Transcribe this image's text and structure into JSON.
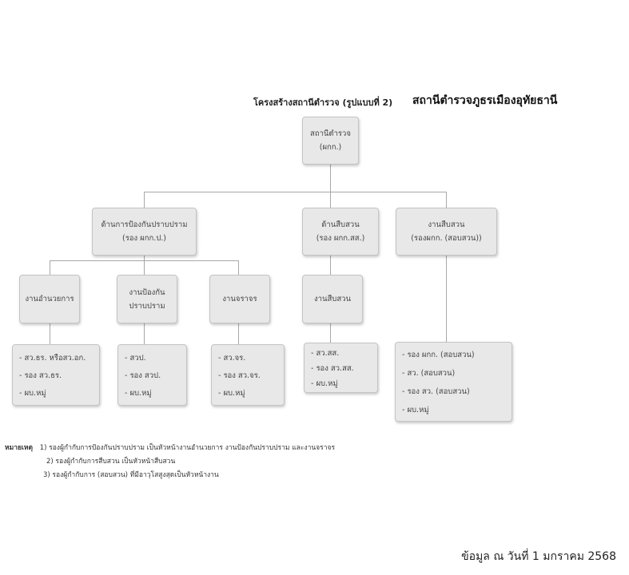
{
  "header": {
    "chart_title": "โครงสร้างสถานีตำรวจ (รูปแบบที่ 2)",
    "station_name": "สถานีตำรวจภูธรเมืองอุทัยธานี"
  },
  "org_chart": {
    "root": {
      "title": "สถานีตำรวจ",
      "sub": "(ผกก.)"
    },
    "divisions": [
      {
        "title": "ด้านการป้องกันปราบปราม",
        "sub": "(รอง ผกก.ป.)"
      },
      {
        "title": "ด้านสืบสวน",
        "sub": "(รอง ผกก.สส.)"
      },
      {
        "title": "งานสืบสวน",
        "sub": "(รองผกก. (สอบสวน))"
      }
    ],
    "units": [
      {
        "title": "งานอำนวยการ"
      },
      {
        "title": "งานป้องกัน",
        "sub": "ปราบปราม"
      },
      {
        "title": "งานจราจร"
      },
      {
        "title": "งานสืบสวน"
      }
    ],
    "staff_lists": [
      {
        "items": [
          "- สว.ธร. หรือสว.อก.",
          "- รอง สว.ธร.",
          "- ผบ.หมู่"
        ]
      },
      {
        "items": [
          "- สวป.",
          "- รอง สวป.",
          "- ผบ.หมู่"
        ]
      },
      {
        "items": [
          "- สว.จร.",
          "- รอง สว.จร.",
          "- ผบ.หมู่"
        ]
      },
      {
        "items": [
          "- สว.สส.",
          "- รอง สว.สส.",
          "- ผบ.หมู่"
        ]
      },
      {
        "items": [
          "- รอง ผกก. (สอบสวน)",
          "- สว. (สอบสวน)",
          "- รอง สว. (สอบสวน)",
          "- ผบ.หมู่"
        ]
      }
    ]
  },
  "notes": {
    "label": "หมายเหตุ",
    "items": [
      "1) รองผู้กำกับการป้องกันปราบปราม เป็นหัวหน้างานอำนวยการ งานป้องกันปราบปราม และงานจราจร",
      "2) รองผู้กำกับการสืบสวน เป็นหัวหน้าสืบสวน",
      "3) รองผู้กำกับการ (สอบสวน) ที่มีอาวุโสสูงสุดเป็นหัวหน้างาน"
    ]
  },
  "footer": {
    "data_date": "ข้อมูล ณ วันที่ 1 มกราคม 2568"
  }
}
